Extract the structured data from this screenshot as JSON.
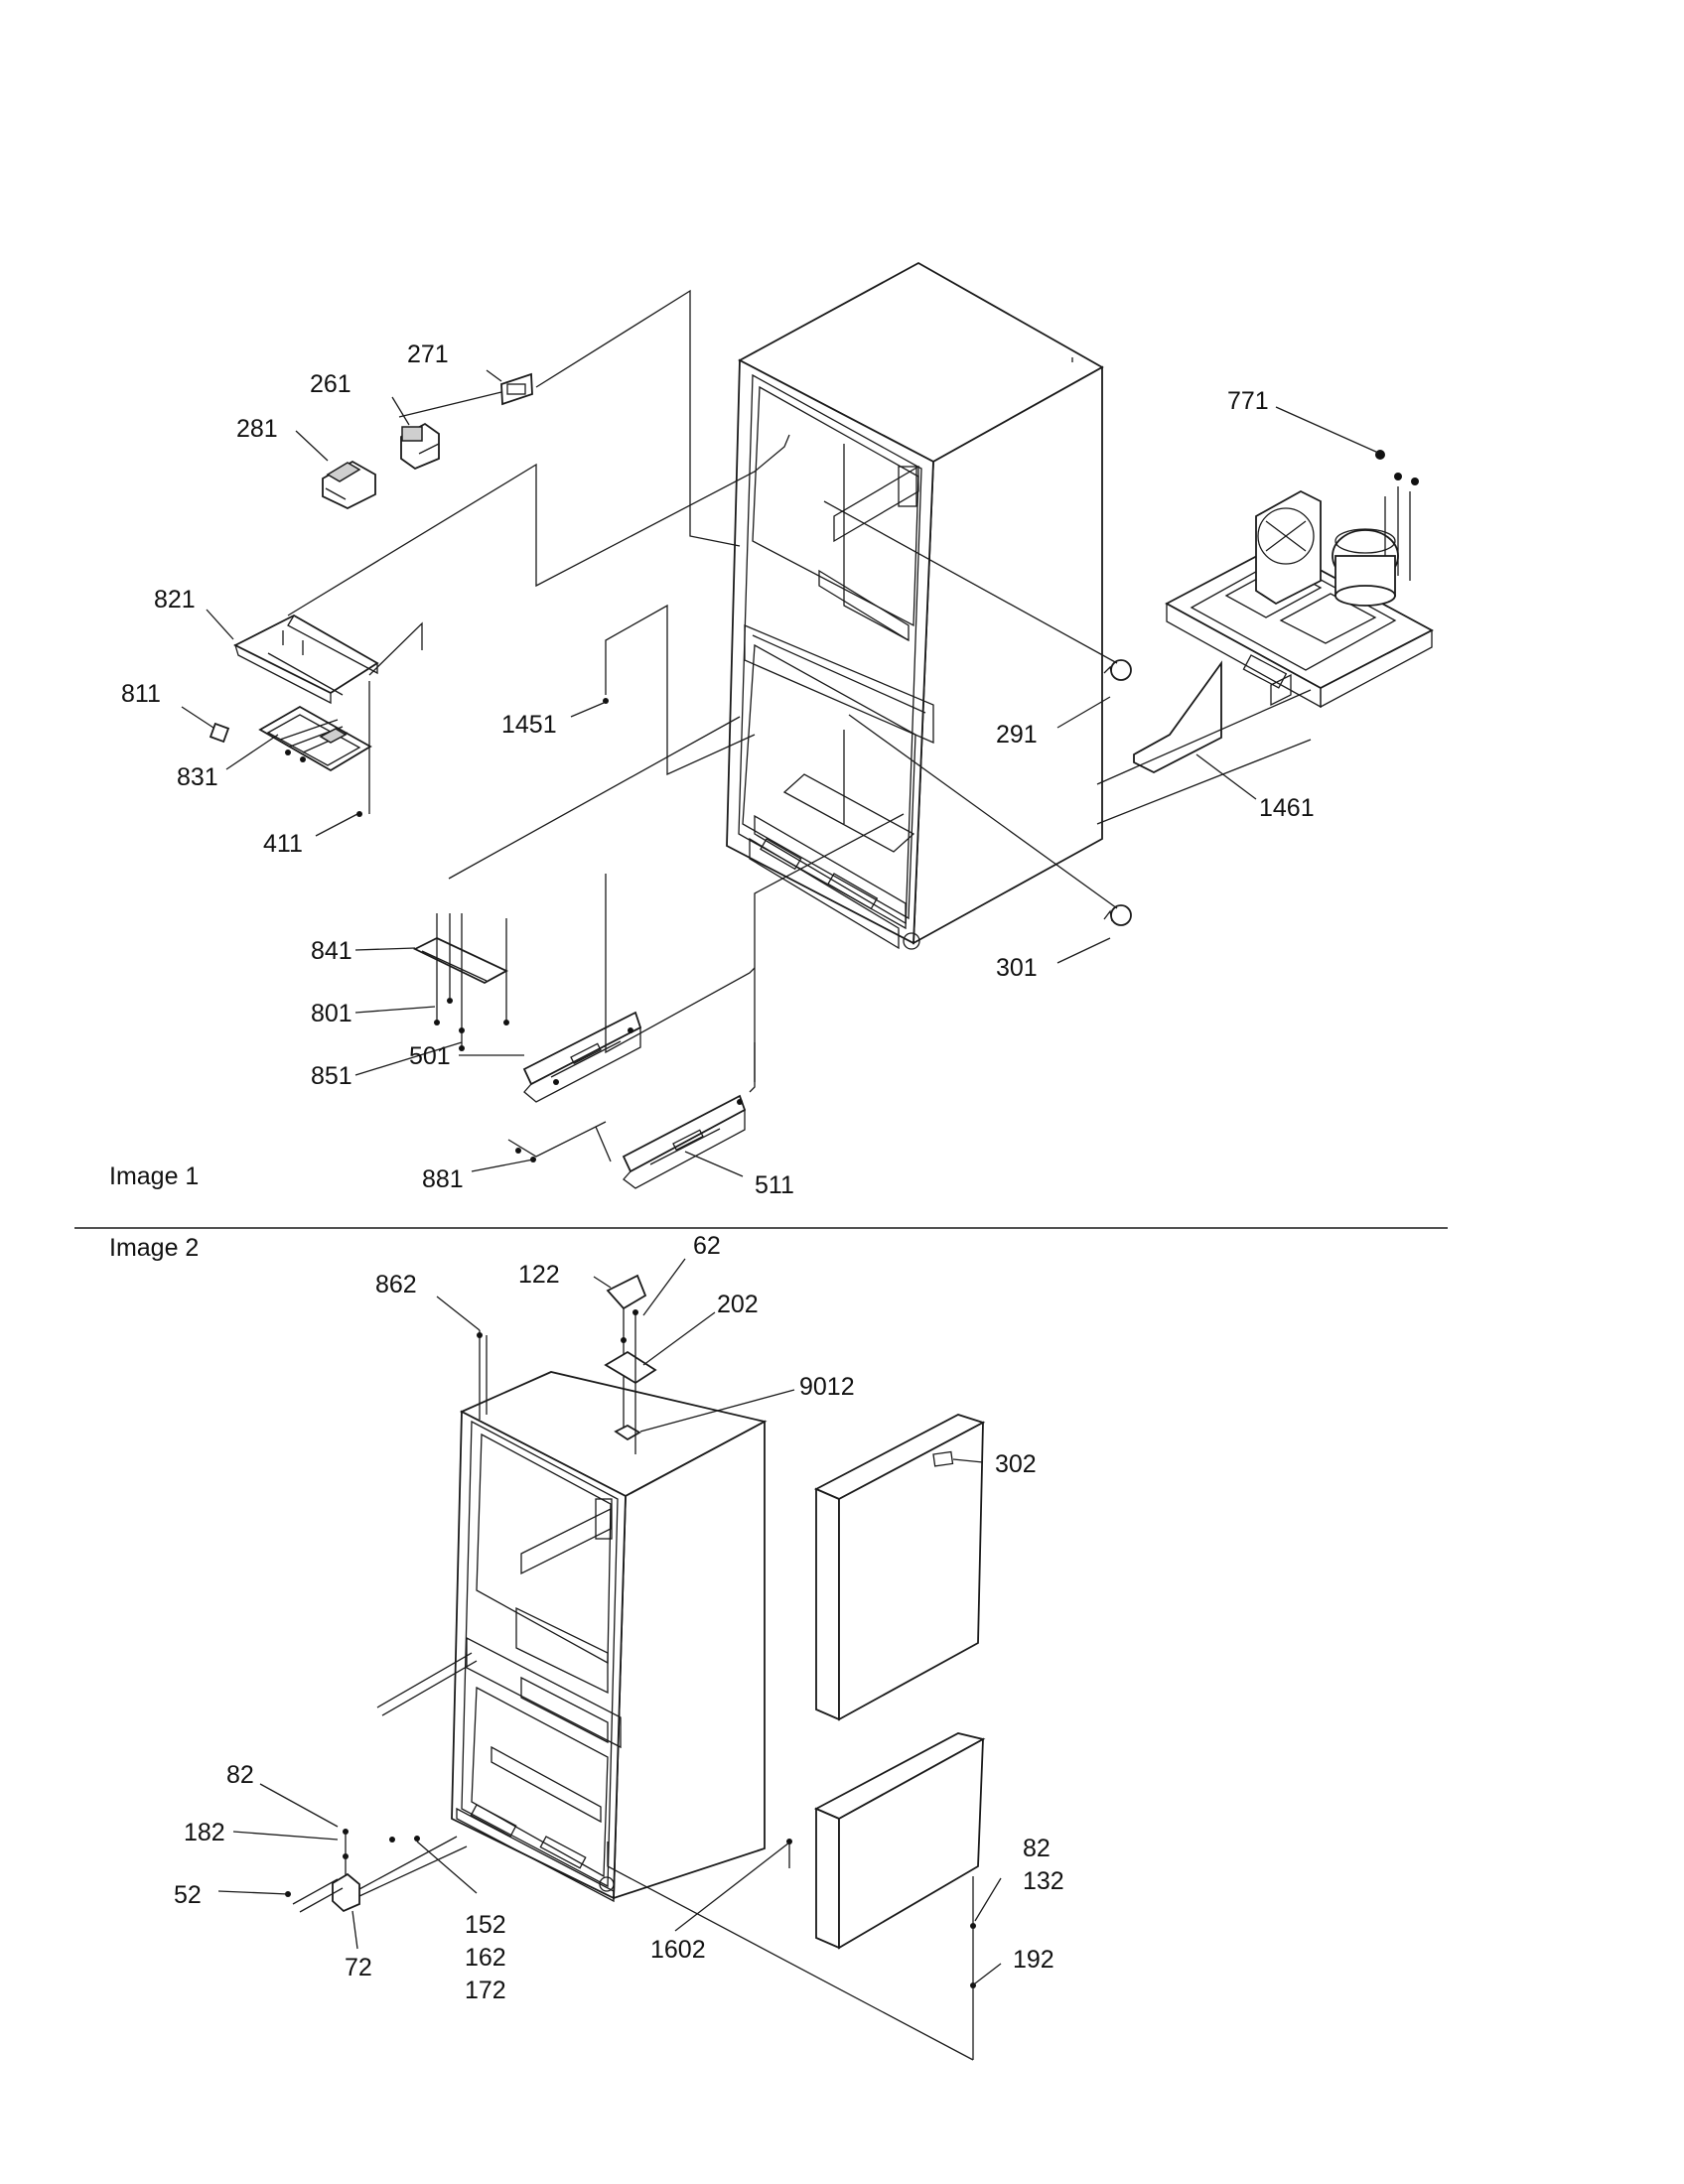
{
  "image_1": {
    "title": "Image 1",
    "callouts": [
      "271",
      "261",
      "281",
      "821",
      "811",
      "831",
      "411",
      "1451",
      "291",
      "771",
      "1461",
      "841",
      "801",
      "851",
      "501",
      "881",
      "511",
      "301"
    ]
  },
  "image_2": {
    "title": "Image 2",
    "callouts": [
      "122",
      "62",
      "862",
      "202",
      "9012",
      "302",
      "82",
      "182",
      "52",
      "72",
      "152",
      "162",
      "172",
      "1602",
      "82",
      "132",
      "192"
    ]
  }
}
